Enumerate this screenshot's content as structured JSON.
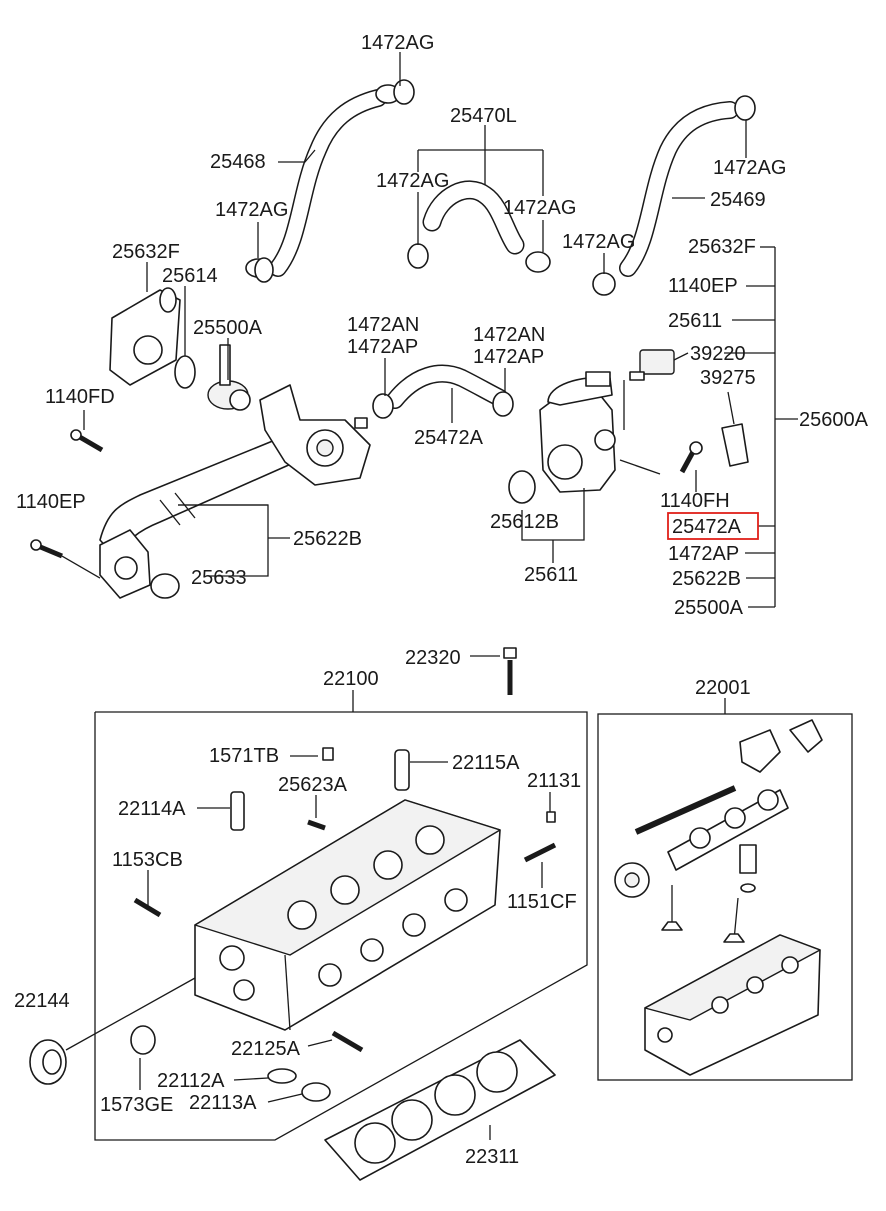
{
  "labels": {
    "p1472AG_a": "1472AG",
    "p25470L": "25470L",
    "p25468": "25468",
    "p1472AG_b": "1472AG",
    "p1472AG_c": "1472AG",
    "p1472AG_d": "1472AG",
    "p1472AG_e": "1472AG",
    "p25469": "25469",
    "p1472AG_f": "1472AG",
    "p25632F_a": "25632F",
    "p25614": "25614",
    "p25500A_a": "25500A",
    "p1140FD": "1140FD",
    "p1472AN_a": "1472AN",
    "p1472AP_a": "1472AP",
    "p1472AN_b": "1472AN",
    "p1472AP_b": "1472AP",
    "p25472A_a": "25472A",
    "p1140EP_a": "1140EP",
    "p25622B_a": "25622B",
    "p25633": "25633",
    "p25612B": "25612B",
    "p25611_a": "25611",
    "p1140FH": "1140FH",
    "p25632F_b": "25632F",
    "p1140EP_b": "1140EP",
    "p25611_b": "25611",
    "p39220": "39220",
    "p39275": "39275",
    "p25600A": "25600A",
    "p25472A_b": "25472A",
    "p1472AP_c": "1472AP",
    "p25622B_b": "25622B",
    "p25500A_b": "25500A",
    "p22320": "22320",
    "p22100": "22100",
    "p22001": "22001",
    "p1571TB": "1571TB",
    "p22115A": "22115A",
    "p25623A": "25623A",
    "p21131": "21131",
    "p22114A": "22114A",
    "p1153CB": "1153CB",
    "p1151CF": "1151CF",
    "p22144": "22144",
    "p22125A": "22125A",
    "p22112A": "22112A",
    "p1573GE": "1573GE",
    "p22113A": "22113A",
    "p22311": "22311"
  },
  "highlight": {
    "label": "25472A",
    "color": "#e0201a"
  }
}
